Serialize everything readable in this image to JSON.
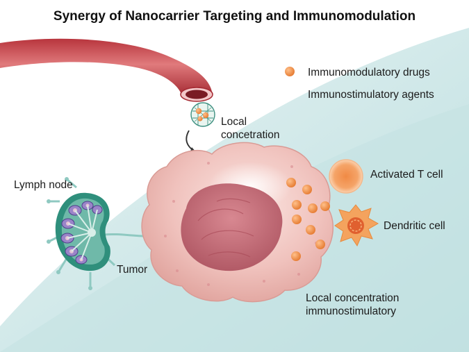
{
  "title": "Synergy of Nanocarrier Targeting and Immunomodulation",
  "labels": {
    "immunomodulatory_drugs": "Immunomodulatory drugs",
    "immunostimulatory_agents": "Immunostimulatory agents",
    "local_concentration_line1": "Local",
    "local_concentration_line2": "concetration",
    "lymph_node": "Lymph node",
    "tumor": "Tumor",
    "activated_t_cell": "Activated T cell",
    "dendritic_cell": "Dendritic cell",
    "local_concentration_immuno_line1": "Local concentration",
    "local_concentration_immuno_line2": "immunostimulatory"
  },
  "colors": {
    "background_teal": "#cfe7e8",
    "vessel_red": "#c7444a",
    "drug_orange": "#ee8b42",
    "tumor_pink": "#f0c2bd",
    "nucleus": "#c9707a",
    "lymph_green": "#2f8f7c",
    "t_cell": "#f29a5a",
    "dendritic": "#f4a35e"
  },
  "icons": {
    "drug_legend": "orange-dot-icon",
    "nanocarrier": "nanocarrier-sphere-icon",
    "arrow": "curved-arrow-icon"
  }
}
